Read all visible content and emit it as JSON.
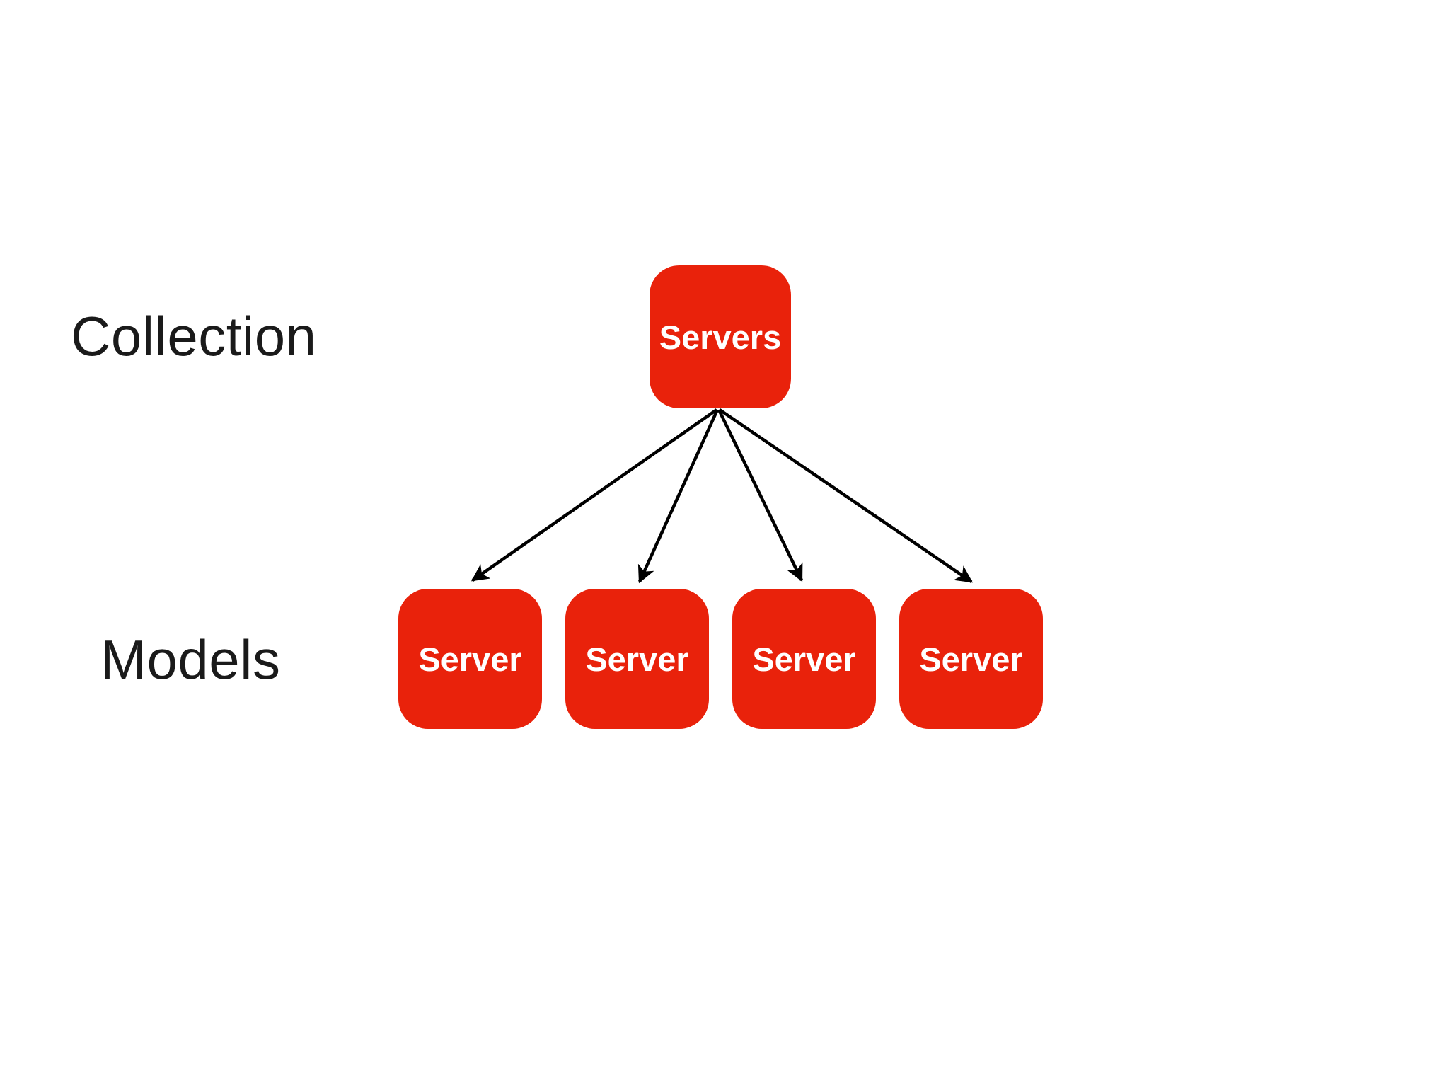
{
  "labels": {
    "collection": "Collection",
    "models": "Models"
  },
  "collection_box": {
    "label": "Servers"
  },
  "model_boxes": [
    {
      "label": "Server"
    },
    {
      "label": "Server"
    },
    {
      "label": "Server"
    },
    {
      "label": "Server"
    }
  ],
  "diagram": {
    "type": "tree",
    "root": "Servers",
    "children": [
      "Server",
      "Server",
      "Server",
      "Server"
    ],
    "edge_count": 4
  },
  "colors": {
    "box_red": "#E9220B",
    "box_text": "#ffffff",
    "label_text": "#1a1a1a",
    "arrow": "#000000",
    "background": "#ffffff"
  }
}
